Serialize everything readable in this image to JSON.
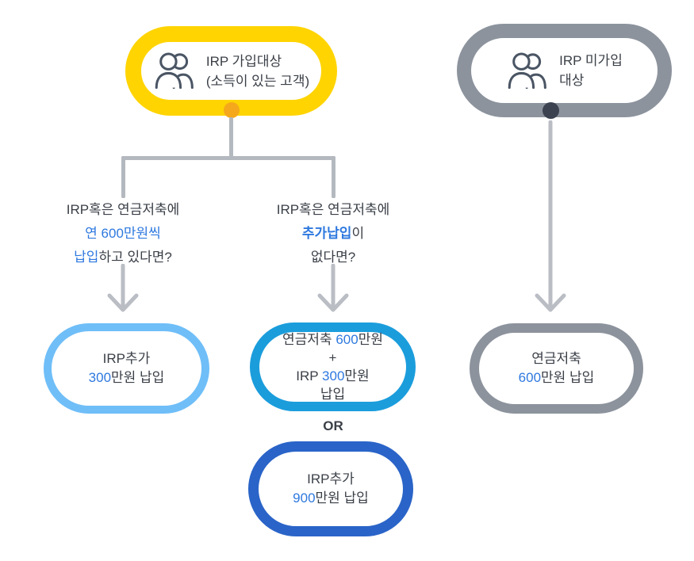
{
  "colors": {
    "yellow": "#FFD400",
    "orange_dot": "#F5A81C",
    "gray_border": "#8C939D",
    "dark_dot": "#3C4250",
    "light_blue": "#6FBEF8",
    "medium_blue": "#1B9DDC",
    "dark_blue": "#2A64C8",
    "connector": "#B4B8BF",
    "arrow": "#BABEC4",
    "text_dark": "#3A3F47",
    "text_blue": "#2E79DF",
    "icon_stroke": "#4A5564"
  },
  "nodes": {
    "irp_member": {
      "icon": "people-icon",
      "title_line1": "IRP 가입대상",
      "title_line2": "(소득이 있는 고객)"
    },
    "irp_nonmember": {
      "icon": "people-icon",
      "title_line1": "IRP 미가입",
      "title_line2": "대상"
    }
  },
  "questions": {
    "left": {
      "line1": "IRP혹은 연금저축에",
      "line2_blue": "연 600만원씩",
      "line3_blue": "납입",
      "line3_rest": "하고 있다면?"
    },
    "right": {
      "line1": "IRP혹은 연금저축에",
      "line2_blue": "추가납입",
      "line2_rest": "이",
      "line3": "없다면?"
    }
  },
  "results": {
    "irp_extra_300": {
      "line1": "IRP추가",
      "amount": "300",
      "suffix": "만원 납입"
    },
    "pension_irp_combo": {
      "line1_label": "연금저축 ",
      "line1_amount": "600",
      "line1_suffix": "만원",
      "line2": "+",
      "line3_label": "IRP ",
      "line3_amount": "300",
      "line3_suffix": "만원",
      "line4": "납입"
    },
    "or_label": "OR",
    "irp_extra_900": {
      "line1": "IRP추가",
      "amount": "900",
      "suffix": "만원 납입"
    },
    "pension_600": {
      "line1": "연금저축",
      "amount": "600",
      "suffix": "만원 납입"
    }
  }
}
